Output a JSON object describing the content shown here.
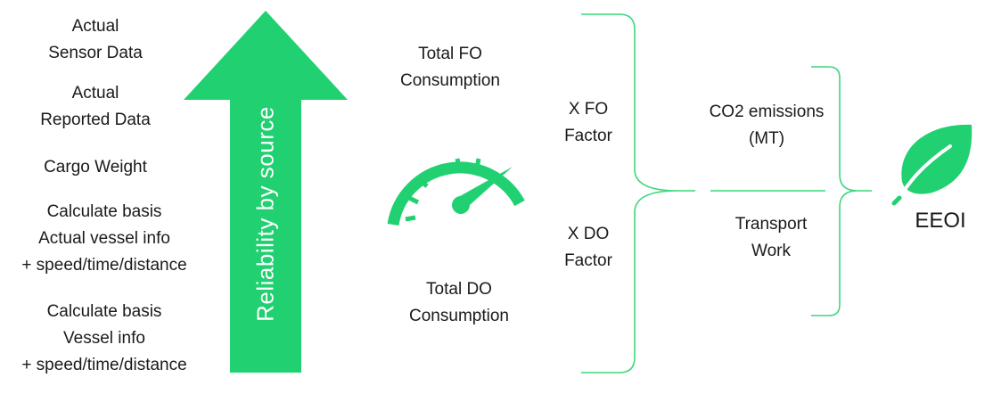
{
  "sources": {
    "item1": [
      "Actual",
      "Sensor Data"
    ],
    "item2": [
      "Actual",
      "Reported Data"
    ],
    "item3": [
      "Cargo Weight"
    ],
    "item4": [
      "Calculate basis",
      "Actual vessel info",
      "+ speed/time/distance"
    ],
    "item5": [
      "Calculate basis",
      "Vessel info",
      "+ speed/time/distance"
    ]
  },
  "arrow": {
    "label": "Reliability by source",
    "color": "#21d171"
  },
  "consumption": {
    "fo": [
      "Total FO",
      "Consumption"
    ],
    "do": [
      "Total DO",
      "Consumption"
    ]
  },
  "factors": {
    "fo": [
      "X FO",
      "Factor"
    ],
    "do": [
      "X DO",
      "Factor"
    ]
  },
  "results": {
    "co2": [
      "CO2 emissions",
      "(MT)"
    ],
    "transport": [
      "Transport",
      "Work"
    ]
  },
  "eeoi": {
    "label": "EEOI"
  },
  "icons": {
    "gauge": "speedometer-icon",
    "leaf": "leaf-icon"
  },
  "colors": {
    "accent": "#21d171",
    "bracket": "#3ed67f"
  }
}
